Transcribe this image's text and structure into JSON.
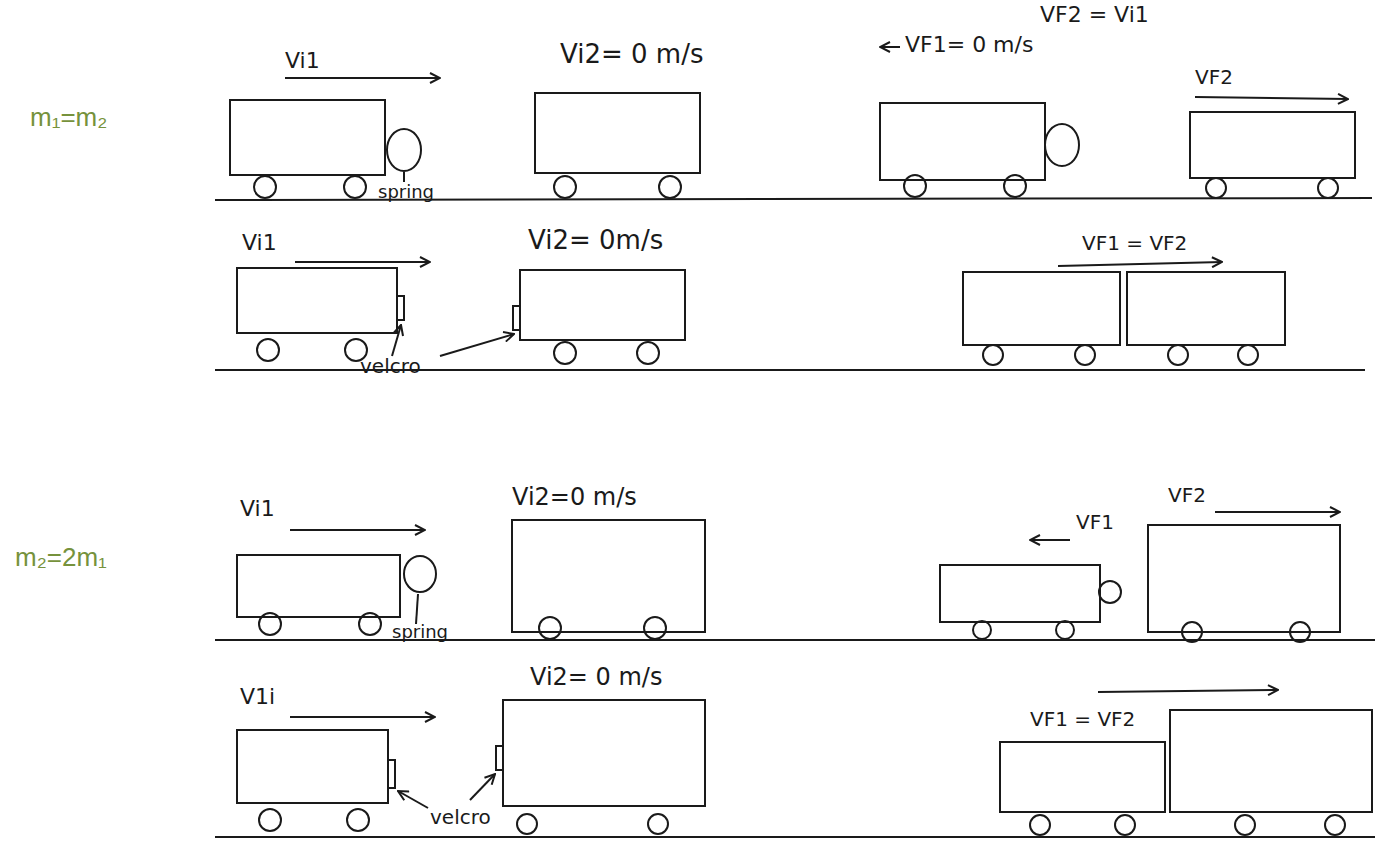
{
  "diagram": {
    "labels": [
      "m₁=m₂",
      "VF2 = Vi1",
      "Vi1",
      "Vi2= 0 m/s",
      "VF1= 0 m/s",
      "VF2",
      "spring",
      "Vi1",
      "Vi2= 0m/s",
      "velcro",
      "VF1 = VF2",
      "m₂=2m₁",
      "Vi1",
      "Vi2=0 m/s",
      "spring",
      "VF1",
      "VF2",
      "V1i",
      "Vi2= 0 m/s",
      "velcro",
      "VF1 = VF2"
    ]
  }
}
